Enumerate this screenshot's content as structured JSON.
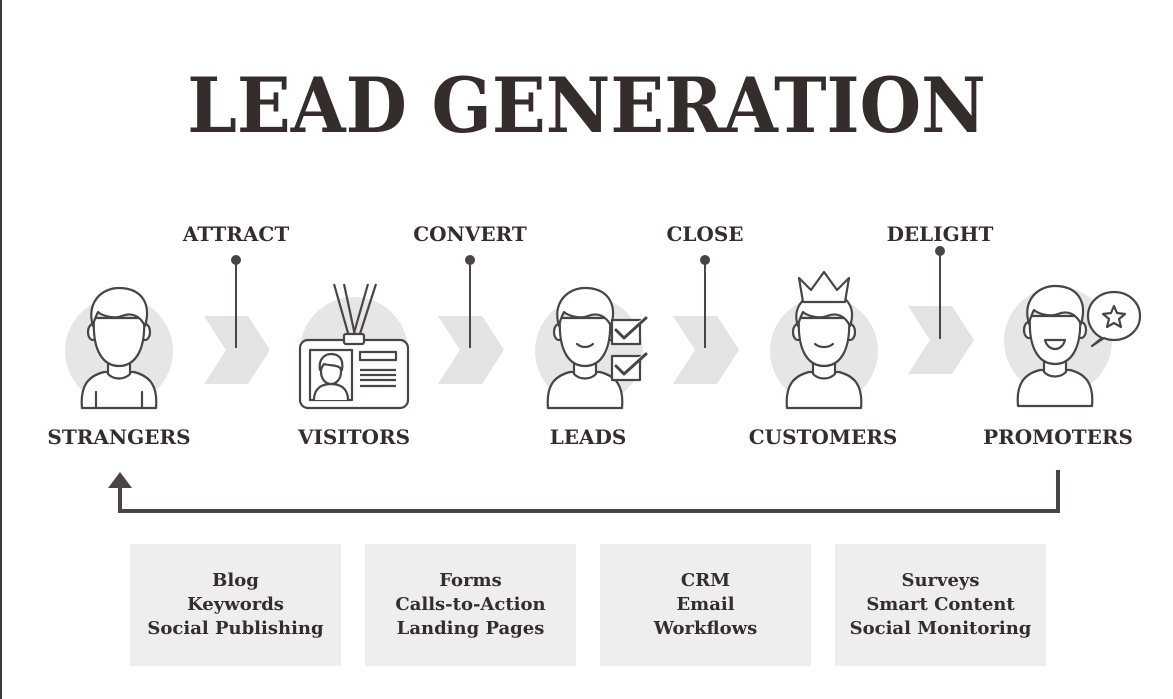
{
  "title": "LEAD GENERATION",
  "stages": [
    {
      "label": "ATTRACT"
    },
    {
      "label": "CONVERT"
    },
    {
      "label": "CLOSE"
    },
    {
      "label": "DELIGHT"
    }
  ],
  "personas": [
    {
      "label": "STRANGERS",
      "icon": "person-icon"
    },
    {
      "label": "VISITORS",
      "icon": "id-badge-icon"
    },
    {
      "label": "LEADS",
      "icon": "person-checklist-icon"
    },
    {
      "label": "CUSTOMERS",
      "icon": "person-crown-icon"
    },
    {
      "label": "PROMOTERS",
      "icon": "person-star-speech-icon"
    }
  ],
  "tools": [
    {
      "items": [
        "Blog",
        "Keywords",
        "Social Publishing"
      ]
    },
    {
      "items": [
        "Forms",
        "Calls-to-Action",
        "Landing Pages"
      ]
    },
    {
      "items": [
        "CRM",
        "Email",
        "Workflows"
      ]
    },
    {
      "items": [
        "Surveys",
        "Smart Content",
        "Social Monitoring"
      ]
    }
  ],
  "colors": {
    "text": "#352d2b",
    "line": "#4a4444",
    "circle": "#e6e6e6",
    "chevron": "#e3e3e3",
    "box": "#eeeeee"
  }
}
